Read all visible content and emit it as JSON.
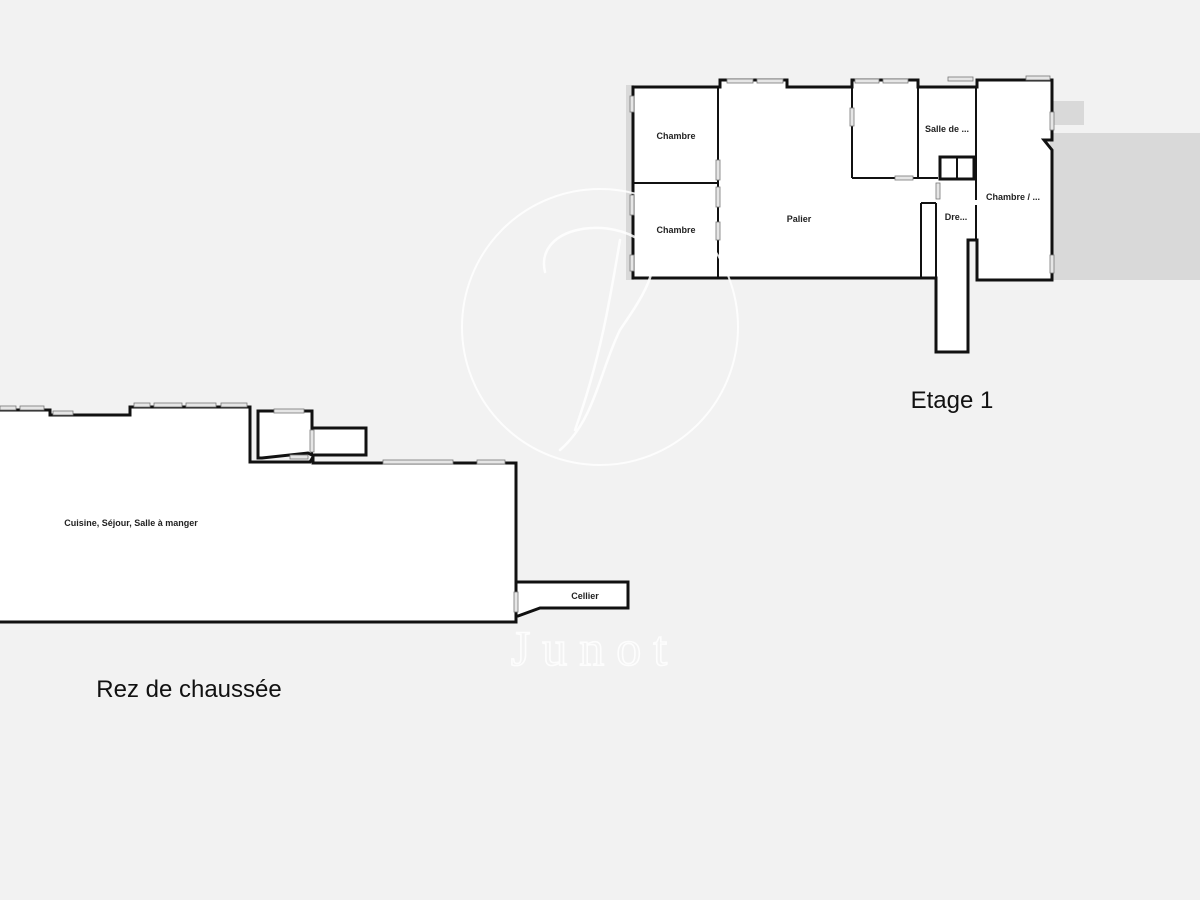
{
  "floors": {
    "ground": {
      "title": "Rez de chaussée",
      "rooms": {
        "living": "Cuisine, Séjour, Salle à manger",
        "cellar": "Cellier"
      }
    },
    "first": {
      "title": "Etage 1",
      "rooms": {
        "bedroom_top_left": "Chambre",
        "bedroom_bottom_left": "Chambre",
        "landing": "Palier",
        "bathroom": "Salle de ...",
        "bedroom_right": "Chambre / ...",
        "dressing": "Dre..."
      }
    }
  },
  "watermark": {
    "text": "Junot"
  },
  "colors": {
    "background": "#f2f2f2",
    "wall": "#111111",
    "floor_fill": "#ffffff",
    "annex_shade": "#d9d9d9",
    "window_fill": "#e6e6e6"
  }
}
